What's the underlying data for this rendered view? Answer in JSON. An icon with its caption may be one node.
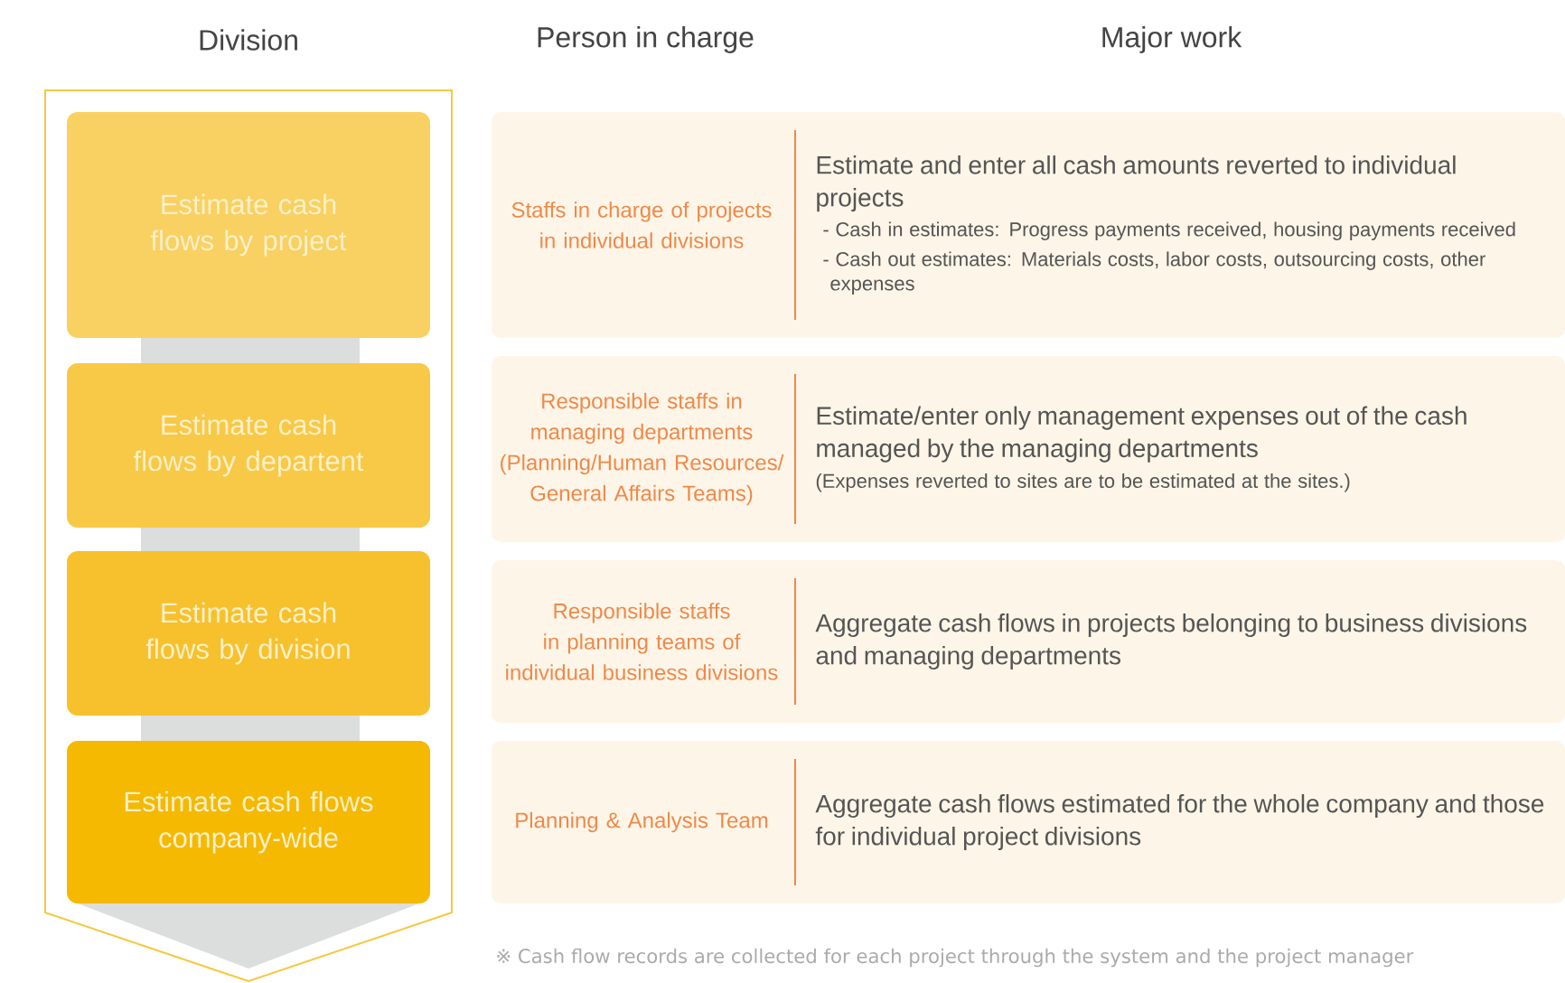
{
  "diagram": {
    "nodes": [
      {
        "text": [
          "Estimate cash flows by project"
        ]
      },
      {
        "text": [
          "Estimate cash flows by departent"
        ]
      },
      {
        "text": [
          "Estimate cash flows by division"
        ]
      },
      {
        "text": [
          "Estimate cash flows company-wide"
        ]
      },
      {
        "text": [
          "Staffs in charge of projects in individual divisions",
          "Estimate and enter all cash amounts reverted to individual projects",
          "- Cash in estimates: Progress payments received, housing payments received",
          "- Cash out estimates: Materials costs, labor costs, outsourcing costs, other expenses"
        ]
      },
      {
        "text": [
          "Responsible staffs in managing departments (Planning/Human Resources/ General Affairs Teams)",
          "Estimate/enter only management expenses out of the cash managed by the managing departments",
          "(Expenses reverted to sites are to be estimated at the sites.)"
        ]
      },
      {
        "text": [
          "Responsible staffs in planning teams of individual business divisions",
          "Aggregate cash flows in projects belonging to business divisions and managing departments"
        ]
      },
      {
        "text": [
          "Planning & Analysis Team",
          "Aggregate cash flows estimated for the whole company and those for individual project divisions"
        ]
      }
    ],
    "labels": [
      "Division",
      "Person in charge",
      "Major work",
      "※ Cash flow records are collected for each project through the system and the project manager"
    ]
  }
}
